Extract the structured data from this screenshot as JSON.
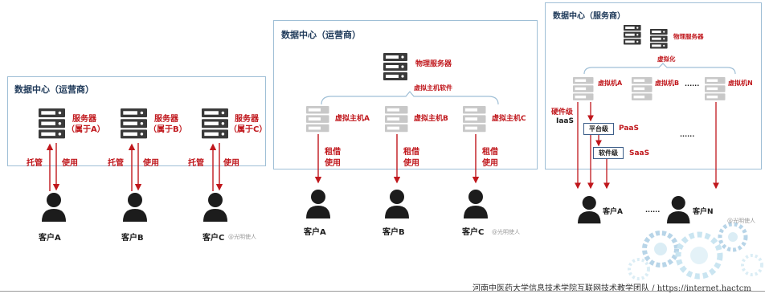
{
  "panel1": {
    "title": "数据中心（运营商）",
    "servers": [
      {
        "label": "服务器",
        "owner": "（属于A）"
      },
      {
        "label": "服务器",
        "owner": "（属于B）"
      },
      {
        "label": "服务器",
        "owner": "（属于C）"
      }
    ],
    "up_label": "托管",
    "down_label": "使用",
    "clients": [
      "客户A",
      "客户B",
      "客户C"
    ],
    "watermark": "@光明使人"
  },
  "panel2": {
    "title": "数据中心（运营商）",
    "physical_server": "物理服务器",
    "software": "虚拟主机软件",
    "vms": [
      "虚拟主机A",
      "虚拟主机B",
      "虚拟主机C"
    ],
    "arrow_label_1": "租借",
    "arrow_label_2": "使用",
    "clients": [
      "客户A",
      "客户B",
      "客户C"
    ],
    "watermark": "@光明使人"
  },
  "panel3": {
    "title": "数据中心（服务商）",
    "physical_server": "物理服务器",
    "virtualization": "虚拟化",
    "vms": [
      "虚拟机A",
      "虚拟机B",
      "虚拟机N"
    ],
    "vm_ellipsis": "......",
    "hardware_level": "硬件级",
    "iaas": "IaaS",
    "platform_level": "平台级",
    "paas": "PaaS",
    "software_level": "软件级",
    "saas": "SaaS",
    "mid_ellipsis": "......",
    "clients": [
      "客户A",
      "客户N"
    ],
    "client_ellipsis": "......",
    "watermark": "@光明使人"
  },
  "footer": "河南中医药大学信息技术学院互联网技术教学团队 / https://internet.hactcm",
  "colors": {
    "accent": "#c0171c",
    "border": "#9fbfd6",
    "title": "#1f3a5a"
  }
}
